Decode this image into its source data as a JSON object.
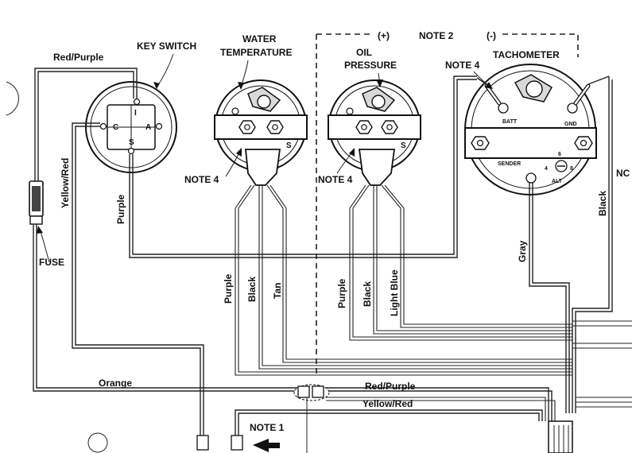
{
  "diagram": {
    "components": {
      "key_switch": "KEY SWITCH",
      "water_temperature": "WATER\nTEMPERATURE",
      "oil_pressure": "OIL\nPRESSURE",
      "tachometer": "TACHOMETER",
      "fuse": "FUSE"
    },
    "notes": {
      "note2_header": "(+) NOTE 2 (-)",
      "note2_plus": "(+)",
      "note2_text": "NOTE 2",
      "note2_minus": "(-)",
      "note4_tach": "NOTE 4",
      "note4_water": "NOTE 4",
      "note4_oil": "NOTE 4",
      "note1": "NOTE 1",
      "edge_note": "NC"
    },
    "key_switch_terminals": {
      "i": "I",
      "c": "C",
      "a": "A",
      "s": "S"
    },
    "gauge_marks": {
      "s_water": "S",
      "s_oil": "S"
    },
    "tach_terminals": {
      "batt": "BATT",
      "gnd": "GND",
      "sender": "SENDER",
      "six": "6",
      "four": "4",
      "eight": "8",
      "alt": "ALT"
    },
    "wires": {
      "red_purple_top": "Red/Purple",
      "yellow_red_vertical": "Yellow/Red",
      "purple_switch": "Purple",
      "water_purple": "Purple",
      "water_black": "Black",
      "water_tan": "Tan",
      "oil_purple": "Purple",
      "oil_black": "Black",
      "oil_light_blue": "Light Blue",
      "tach_gray": "Gray",
      "tach_black": "Black",
      "orange": "Orange",
      "red_purple_bottom": "Red/Purple",
      "yellow_red_bottom": "Yellow/Red"
    }
  }
}
